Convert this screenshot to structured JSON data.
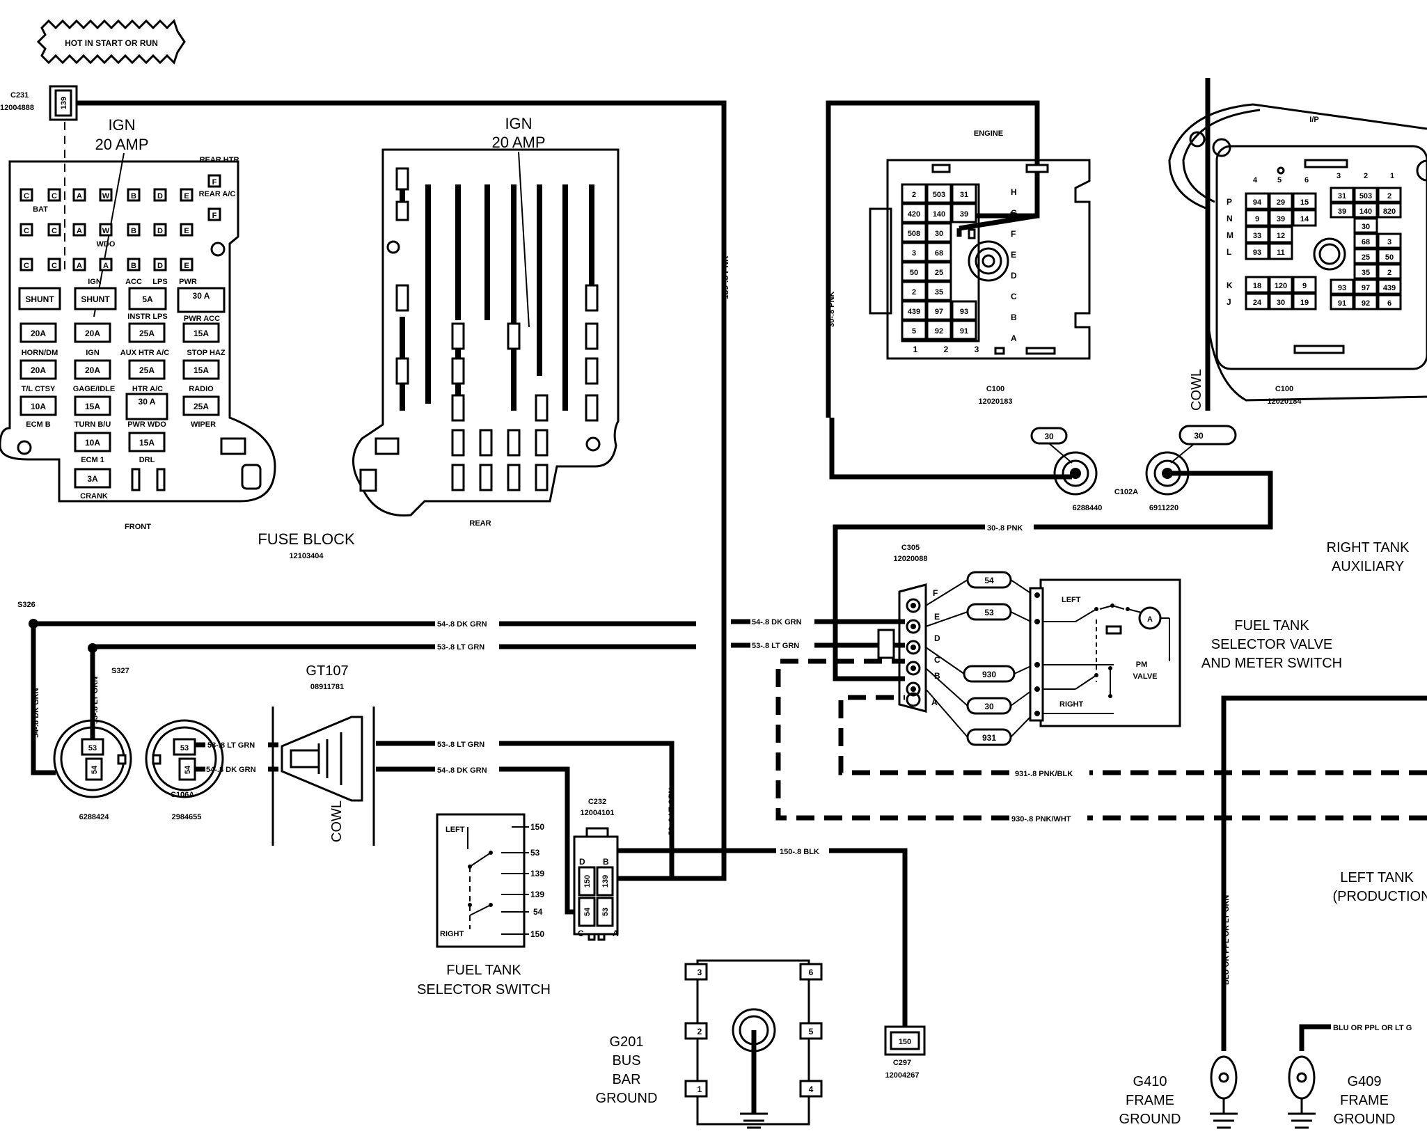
{
  "labels": {
    "hot_flag": "HOT IN START OR RUN",
    "c231": "C231",
    "c231_pn": "12004888",
    "c231_pin": "139",
    "ign_20amp_front": [
      "IGN",
      "20 AMP"
    ],
    "ign_20amp_rear": [
      "IGN",
      "20 AMP"
    ],
    "front": "FRONT",
    "rear": "REAR",
    "fuse_block": "FUSE BLOCK",
    "fuse_block_pn": "12103404",
    "s326": "S326",
    "s327": "S327",
    "gt107": "GT107",
    "gt107_pn": "08911781",
    "cowl_left": "COWL",
    "cowl_right": "COWL",
    "c106a": "C106A",
    "pn_6288424": "6288424",
    "pn_2984655": "2984655",
    "fuel_tank_selector_switch": [
      "FUEL TANK",
      "SELECTOR SWITCH"
    ],
    "c232": "C232",
    "c232_pn": "12004101",
    "g201": [
      "G201",
      "BUS",
      "BAR",
      "GROUND"
    ],
    "c297": "C297",
    "c297_pn": "12004267",
    "c297_pin": "150",
    "g410": [
      "G410",
      "FRAME",
      "GROUND"
    ],
    "g409": [
      "G409",
      "FRAME",
      "GROUND"
    ],
    "engine": "ENGINE",
    "ip": "I/P",
    "c100_left": "C100",
    "c100_left_pn": "12020183",
    "c100_right": "C100",
    "c100_right_pn": "12020184",
    "c102a": "C102A",
    "pn_6288440": "6288440",
    "pn_6911220": "6911220",
    "c305": "C305",
    "c305_pn": "12020088",
    "right_tank": [
      "RIGHT TANK",
      "AUXILIARY"
    ],
    "left_tank": [
      "LEFT TANK",
      "(PRODUCTION"
    ],
    "fuel_tank_selector_valve": [
      "FUEL TANK",
      "SELECTOR VALVE",
      "AND METER SWITCH"
    ],
    "pm_valve": [
      "PM",
      "VALVE"
    ],
    "left": "LEFT",
    "right": "RIGHT",
    "meter": "A"
  },
  "wires": {
    "w139": "139-.8 PNK",
    "w30_vert": "30-.8 PNK",
    "w30_horiz": "30-.8 PNK",
    "w54_main": "54-.8 DK GRN",
    "w53_main": "53-.8 LT GRN",
    "w54_right": "54-.8 DK GRN",
    "w53_right": "53-.8 LT GRN",
    "w54_vert": "54-.8 DK GRN",
    "w53_vert": "53-.8 LT GRN",
    "w53_conn": "53-.8 LT GRN",
    "w54_conn": "54-.8 DK GRN",
    "w53_lower": "53-.8 LT GRN",
    "w54_lower": "54-.8 DK GRN",
    "w53_down": "53-.8 LT GRN",
    "w150": "150-.8 BLK",
    "w931": "931-.8 PNK/BLK",
    "w930": "930-.8 PNK/WHT",
    "w_blu_vert": "BLU OR PPL OR LT GRN",
    "w_blu_horiz": "BLU OR PPL OR LT G"
  },
  "fuses": {
    "row1": [
      "C",
      "C",
      "A",
      "W",
      "B",
      "D",
      "E"
    ],
    "row2": [
      "C",
      "C",
      "A",
      "W",
      "B",
      "D",
      "E"
    ],
    "row3": [
      "C",
      "C",
      "A",
      "A",
      "B",
      "D",
      "E"
    ],
    "rear_htr": "REAR HTR",
    "rear_ac": "REAR A/C",
    "f": "F",
    "bat": "BAT",
    "wdo": "WDO",
    "ign": "IGN",
    "acc": "ACC",
    "lps": "LPS",
    "pwr": "PWR",
    "shunt": "SHUNT",
    "amp_5a": "5A",
    "amp_30a": "30 A",
    "instr_lps": "INSTR LPS",
    "pwr_acc": "PWR ACC",
    "r1": [
      "20A",
      "20A",
      "25A",
      "15A"
    ],
    "r1_lbl": [
      "HORN/DM",
      "IGN",
      "AUX HTR A/C",
      "STOP HAZ"
    ],
    "r2": [
      "20A",
      "20A",
      "25A",
      "15A"
    ],
    "r2_lbl": [
      "T/L CTSY",
      "GAGE/IDLE",
      "HTR A/C",
      "RADIO"
    ],
    "r3": [
      "10A",
      "15A",
      "30 A",
      "25A"
    ],
    "r3_lbl": [
      "ECM B",
      "TURN B/U",
      "PWR WDO",
      "WIPER"
    ],
    "r4": [
      "10A",
      "15A"
    ],
    "r4_lbl": [
      "ECM 1",
      "DRL"
    ],
    "r5": "3A",
    "r5_lbl": "CRANK"
  },
  "c100_engine_grid": [
    [
      "2",
      "503",
      "31"
    ],
    [
      "420",
      "140",
      "39"
    ],
    [
      "508",
      "30",
      ""
    ],
    [
      "3",
      "68",
      ""
    ],
    [
      "50",
      "25",
      ""
    ],
    [
      "2",
      "35",
      ""
    ],
    [
      "439",
      "97",
      "93"
    ],
    [
      "5",
      "92",
      "91"
    ]
  ],
  "c100_engine_rows": [
    "H",
    "G",
    "F",
    "E",
    "D",
    "C",
    "B",
    "A"
  ],
  "c100_engine_cols": [
    "1",
    "2",
    "3"
  ],
  "c100_ip_left": [
    [
      "94",
      "29",
      "15"
    ],
    [
      "9",
      "39",
      "14"
    ],
    [
      "33",
      "12",
      ""
    ],
    [
      "93",
      "11",
      ""
    ],
    [
      "18",
      "120",
      "9"
    ],
    [
      "24",
      "30",
      "19"
    ]
  ],
  "c100_ip_left_rows": [
    "P",
    "N",
    "M",
    "L",
    "K",
    "J"
  ],
  "c100_ip_cols": [
    "4",
    "5",
    "6",
    "3",
    "2",
    "1"
  ],
  "c100_ip_right": [
    [
      "31",
      "503",
      "2"
    ],
    [
      "39",
      "140",
      "820"
    ],
    [
      "",
      "30",
      ""
    ],
    [
      "",
      "68",
      "3"
    ],
    [
      "",
      "25",
      "50"
    ],
    [
      "",
      "35",
      "2"
    ],
    [
      "93",
      "97",
      "439"
    ],
    [
      "91",
      "92",
      "6"
    ]
  ],
  "pins": {
    "p30_a": "30",
    "p30_b": "30",
    "c305_pins": [
      "F",
      "E",
      "D",
      "C",
      "B",
      "A"
    ],
    "c305_circuits": [
      "54",
      "53",
      "930",
      "30",
      "931"
    ],
    "switch_pins": [
      "150",
      "53",
      "139",
      "139",
      "54",
      "150"
    ],
    "c232_letters": [
      "D",
      "B",
      "C",
      "A"
    ],
    "c232_pins": [
      "150",
      "139",
      "54",
      "53"
    ],
    "c106a_a": [
      "53",
      "54"
    ],
    "c106a_b": [
      "53",
      "54"
    ],
    "g201_pins": [
      "3",
      "6",
      "2",
      "5",
      "1",
      "4"
    ]
  }
}
